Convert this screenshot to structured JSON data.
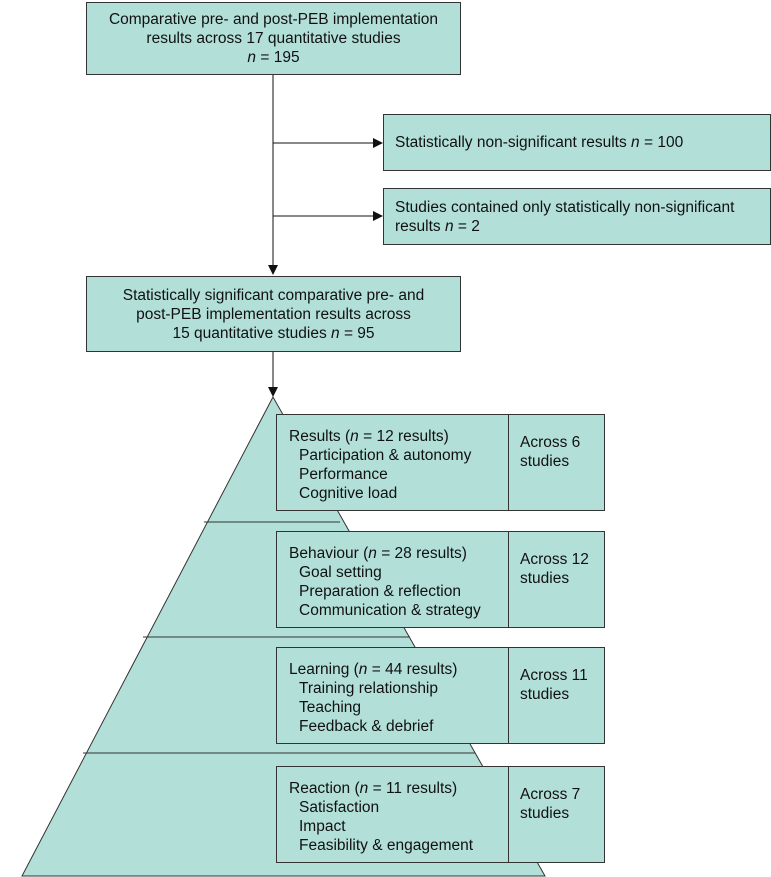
{
  "top_box": {
    "line1": "Comparative pre- and post-PEB implementation",
    "line2": "results across 17 quantitative studies",
    "n_label": "n",
    "n_value": " = 195"
  },
  "branch1": {
    "text": "Statistically non-significant results ",
    "n_label": "n",
    "n_value": " = 100"
  },
  "branch2": {
    "line1": "Studies contained only statistically non-significant",
    "line2": "results ",
    "n_label": "n",
    "n_value": " = 2"
  },
  "middle_box": {
    "line1": "Statistically significant comparative pre- and",
    "line2": "post-PEB implementation results across",
    "line3": "15 quantitative studies ",
    "n_label": "n",
    "n_value": " = 95"
  },
  "tiers": [
    {
      "title": "Results (",
      "n_label": "n",
      "n_value": " = 12 results)",
      "items": [
        "Participation & autonomy",
        "Performance",
        "Cognitive load"
      ],
      "across_line1": "Across 6",
      "across_line2": "studies"
    },
    {
      "title": "Behaviour (",
      "n_label": "n",
      "n_value": " = 28 results)",
      "items": [
        "Goal setting",
        "Preparation & reflection",
        "Communication & strategy"
      ],
      "across_line1": "Across 12",
      "across_line2": "studies"
    },
    {
      "title": "Learning (",
      "n_label": "n",
      "n_value": " = 44 results)",
      "items": [
        "Training relationship",
        "Teaching",
        "Feedback & debrief"
      ],
      "across_line1": "Across 11",
      "across_line2": "studies"
    },
    {
      "title": "Reaction (",
      "n_label": "n",
      "n_value": " = 11 results)",
      "items": [
        "Satisfaction",
        "Impact",
        "Feasibility & engagement"
      ],
      "across_line1": "Across 7",
      "across_line2": "studies"
    }
  ],
  "colors": {
    "fill": "#b2e0d9",
    "stroke": "#333333"
  }
}
